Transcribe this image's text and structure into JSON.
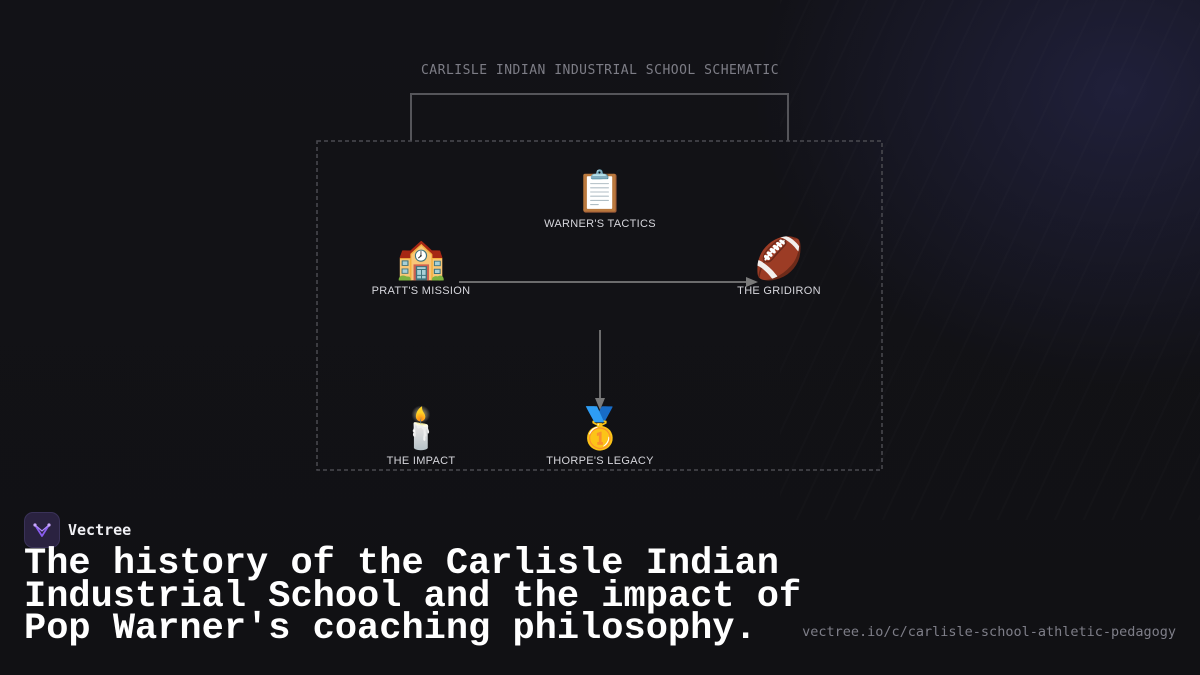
{
  "diagram": {
    "title": "CARLISLE INDIAN INDUSTRIAL SCHOOL SCHEMATIC",
    "nodes": {
      "warner": {
        "label": "WARNER'S TACTICS",
        "glyph": "📋",
        "icon": "clipboard-icon"
      },
      "pratt": {
        "label": "PRATT'S MISSION",
        "glyph": "🏫",
        "icon": "school-icon"
      },
      "gridiron": {
        "label": "THE GRIDIRON",
        "glyph": "🏈",
        "icon": "football-icon"
      },
      "impact": {
        "label": "THE IMPACT",
        "glyph": "🕯️",
        "icon": "candle-icon"
      },
      "thorpe": {
        "label": "THORPE'S LEGACY",
        "glyph": "🥇",
        "icon": "gold-medal-icon"
      }
    },
    "edges": [
      {
        "from": "PRATT'S MISSION",
        "to": "THE GRIDIRON"
      },
      {
        "from": "WARNER'S TACTICS",
        "to": "THORPE'S LEGACY"
      }
    ]
  },
  "brand": {
    "name": "Vectree"
  },
  "headline": "The history of the Carlisle Indian Industrial School and the impact of Pop Warner's coaching philosophy.",
  "url": "vectree.io/c/carlisle-school-athletic-pedagogy",
  "colors": {
    "background": "#121217",
    "accent": "#8a5cf0",
    "connector": "#8a8a8a",
    "frame": "#4a4a50"
  }
}
